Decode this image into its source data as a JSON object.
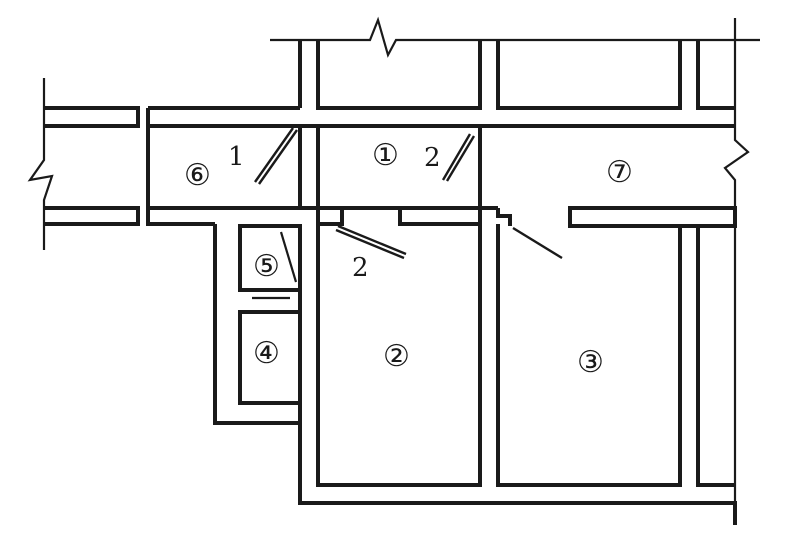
{
  "rooms": {
    "r1": "①",
    "r2": "②",
    "r3": "③",
    "r4": "④",
    "r5": "⑤",
    "r6": "⑥",
    "r7": "⑦"
  },
  "labels": {
    "door_1": "1",
    "door_2_upper": "2",
    "door_2_lower": "2"
  }
}
